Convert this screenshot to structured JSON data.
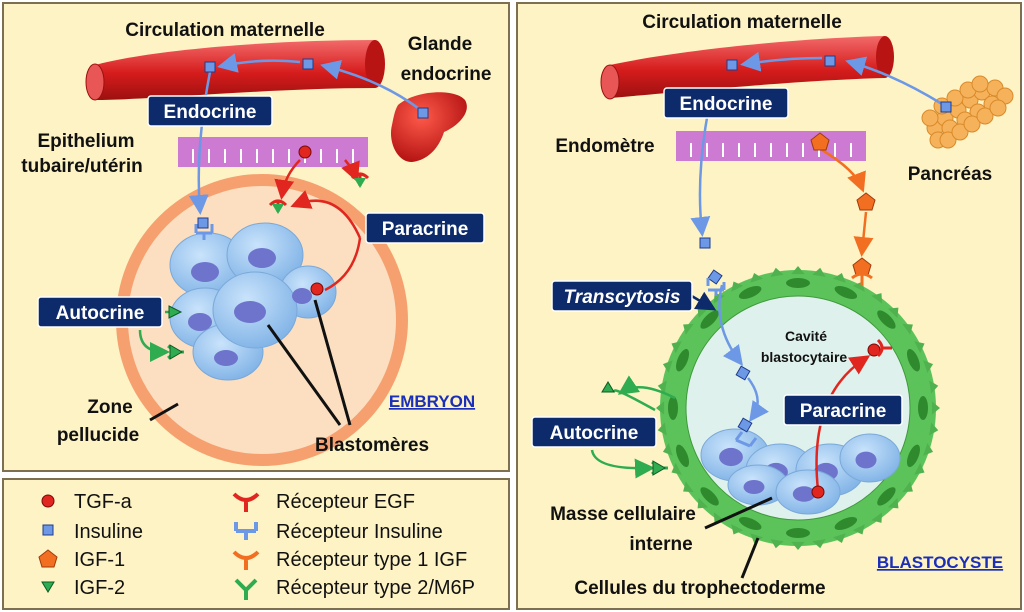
{
  "colors": {
    "panel": "#fdf3c4",
    "border": "#7d7050",
    "tag": "#0d2a6b",
    "link": "#1b2fb8",
    "red": "#e0261f",
    "blue": "#6d98e6",
    "orange": "#f26f22",
    "green": "#2eac4f",
    "vessel": "#d61c1c",
    "epithelium": "#cc7ad2",
    "cell": "#9cc8ef",
    "nucleus": "#6e74cc"
  },
  "left": {
    "circulation": "Circulation maternelle",
    "gland_line1": "Glande",
    "gland_line2": "endocrine",
    "endocrine_tag": "Endocrine",
    "epithelium_line1": "Epithelium",
    "epithelium_line2": "tubaire/utérin",
    "paracrine_tag": "Paracrine",
    "autocrine_tag": "Autocrine",
    "zone_line1": "Zone",
    "zone_line2": "pellucide",
    "embryon": "EMBRYON",
    "blastomeres": "Blastomères"
  },
  "right": {
    "circulation": "Circulation maternelle",
    "endocrine_tag": "Endocrine",
    "endometre": "Endomètre",
    "pancreas": "Pancréas",
    "transcytosis_tag": "Transcytosis",
    "cavite_line1": "Cavité",
    "cavite_line2": "blastocytaire",
    "paracrine_tag": "Paracrine",
    "autocrine_tag": "Autocrine",
    "masse_line1": "Masse cellulaire",
    "masse_line2": "interne",
    "trophectoderme": "Cellules du trophectoderme",
    "blastocyste": "BLASTOCYSTE"
  },
  "legend": {
    "ligands": [
      {
        "label": "TGF-a",
        "icon": "red-circle"
      },
      {
        "label": "Insuline",
        "icon": "blue-square"
      },
      {
        "label": "IGF-1",
        "icon": "orange-pentagon"
      },
      {
        "label": "IGF-2",
        "icon": "green-triangle"
      }
    ],
    "receptors": [
      {
        "label": "Récepteur EGF",
        "icon": "red-receptor"
      },
      {
        "label": "Récepteur Insuline",
        "icon": "blue-receptor"
      },
      {
        "label": "Récepteur type 1 IGF",
        "icon": "orange-receptor"
      },
      {
        "label": "Récepteur type 2/M6P",
        "icon": "green-receptor"
      }
    ]
  }
}
